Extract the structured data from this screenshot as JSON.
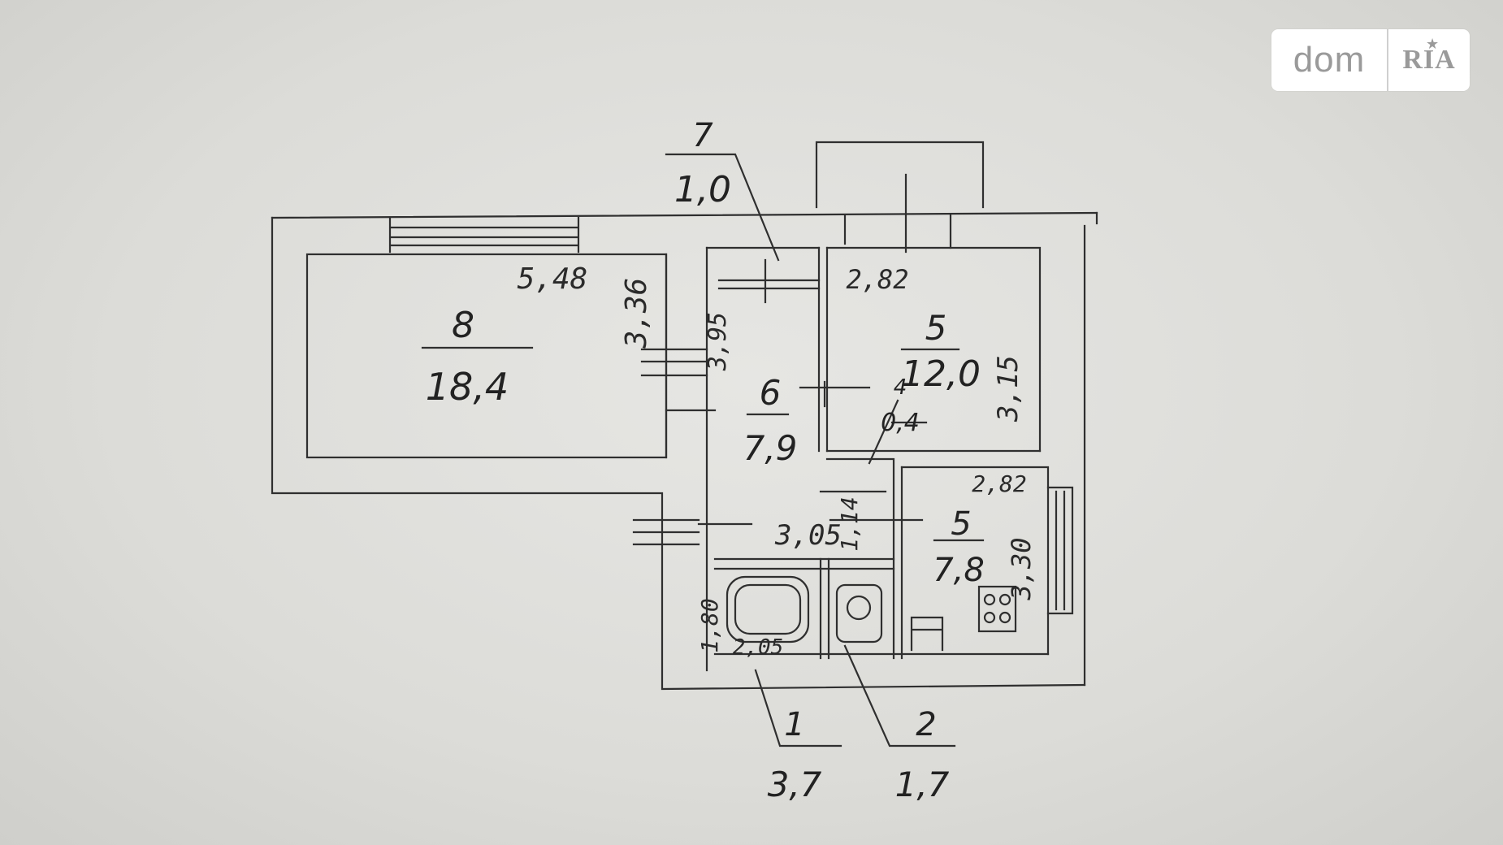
{
  "logo": {
    "dom": "dom",
    "ria": "RIA",
    "star": "★"
  },
  "rooms": {
    "r8": {
      "number": "8",
      "area": "18,4"
    },
    "r6": {
      "number": "6",
      "area": "7,9"
    },
    "r5a": {
      "number": "5",
      "area": "12,0"
    },
    "r4": {
      "number": "4",
      "area": "0,4"
    },
    "r5b": {
      "number": "5",
      "area": "7,8"
    },
    "r7": {
      "number": "7",
      "area": "1,0"
    },
    "r1": {
      "number": "1",
      "area": "3,7"
    },
    "r2": {
      "number": "2",
      "area": "1,7"
    }
  },
  "dimensions": {
    "d548": "5,48",
    "d336": "3,36",
    "d395": "3,95",
    "d282a": "2,82",
    "d315": "3,15",
    "d282b": "2,82",
    "d330": "3,30",
    "d305": "3,05",
    "d114": "1,14",
    "d180": "1,80",
    "d205": "2,05"
  },
  "colors": {
    "ink": "#2a2a2a",
    "paper": "#dcdcd9",
    "logo_gray": "#9a9a9a"
  }
}
